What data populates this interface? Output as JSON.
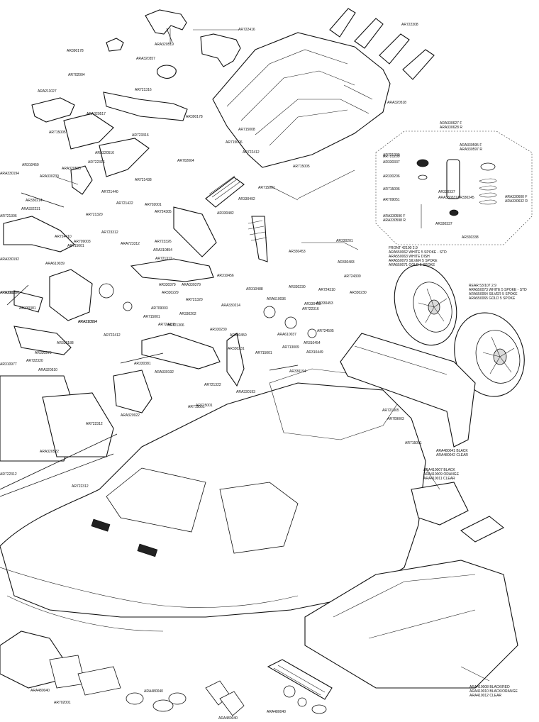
{
  "labels": [
    "AR722416",
    "AR722308",
    "ARA320519",
    "AR390178",
    "ARA320357",
    "AR702004",
    "ARA211027",
    "AR721316",
    "AR390178",
    "ARA320517",
    "ARA320518",
    "AR715005",
    "AR723316",
    "ARA320516",
    "AR722316",
    "AR702004",
    "AR721209",
    "AR310450",
    "ARA330194",
    "ARA330230",
    "ARA320500",
    "AR721438",
    "AR721440",
    "AR721422",
    "AR702001",
    "AR724305",
    "AR330482",
    "AR330492",
    "AR715001",
    "AR715005",
    "AR722412",
    "AR715008",
    "AR715006",
    "AR330214",
    "AR721306",
    "ARA332231",
    "AR721320",
    "AR724410",
    "AR709003",
    "AR715001",
    "AR723312",
    "ARA723312",
    "AR723326",
    "ARA310854",
    "ARA610039",
    "AR721312",
    "AR310456",
    "ARA310216",
    "ARA330379",
    "ARA330192",
    "AR330229",
    "AR330379",
    "AR330381",
    "ARA310554",
    "AR330202",
    "AR721320",
    "ARA330214",
    "AR715001",
    "AR709003",
    "AR724410",
    "AR721306",
    "AR330230",
    "AR330450",
    "ARA310554",
    "AR722412",
    "AR330188",
    "AR330379",
    "ARA320510",
    "AR722320",
    "AR310977",
    "AR330381",
    "ARA330192",
    "ARA320922",
    "AR722312",
    "ARA320522",
    "AR722312",
    "AR715001",
    "AR721322",
    "ARA330193",
    "AR330231",
    "AR715001",
    "AR330194",
    "AR310449",
    "AR310454",
    "AR724505",
    "AR713009",
    "ARA610037",
    "AR330453",
    "AR330230",
    "AR722316",
    "AR724310",
    "AR330453",
    "AR330483",
    "AR330230",
    "AR724300",
    "AR330201",
    "AR330453",
    "ARA610036",
    "AR310488",
    "AR715001",
    "AR721305",
    "AR709003",
    "AR715001",
    "AR721209",
    "AR330337",
    "AR330206",
    "AR715006",
    "AR709051",
    "AR330337",
    "ARA330337",
    "AR330245",
    "AR330337",
    "AR330338",
    "AR610039",
    "AR722312",
    "ARA480040",
    "AR702001",
    "ARA480040",
    "ARA480040",
    "ARA480040"
  ],
  "blocks": {
    "shock_spring": [
      "ARA330627  F",
      "ARA330628  R"
    ],
    "shock_body": [
      "ARA330595  F",
      "ARA330597  R"
    ],
    "shock_spring2": [
      "ARA330600  F",
      "ARA330632  R"
    ],
    "shock_shaft": [
      "ARA330596  F",
      "ARA330598  R"
    ],
    "front_wheel": [
      "FRONT 42100 2.9",
      "ARA550062 WHITE 5 SPOKE - STD",
      "ARA550063 WHITE DISH",
      "ARA550070 SILVER 5 SPOKE",
      "ARA550071 GOLD 5 SPOKE"
    ],
    "rear_wheel": [
      "REAR 53/107 2.9",
      "ARA550073 WHITE 5 SPOKE - STD",
      "ARA550064 SILVER 5 SPOKE",
      "ARA550065 GOLD 5 SPOKE"
    ],
    "wing": [
      "ARA480041  BLACK",
      "ARA480042  CLEAR"
    ],
    "splitter": [
      "ARA410007  BLACK",
      "ARA410009  ORANGE",
      "ARA410011  CLEAR"
    ],
    "undertray": [
      "ARA410008  BLACK/RED",
      "ARA410010  BLACK/ORANGE",
      "ARA410012  CLEAR"
    ]
  }
}
